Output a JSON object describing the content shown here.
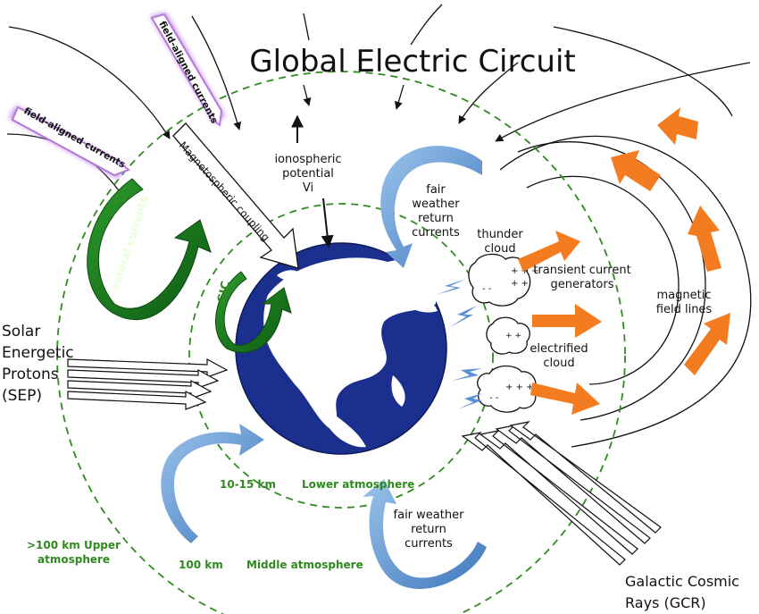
{
  "title": "Global Electric Circuit",
  "labels": {
    "field_aligned_1": "field-aligned currents",
    "field_aligned_2": "field-aligned currents",
    "magnetospheric_coupling": "Magnetospheric coupling",
    "ionospheric_1": "ionospheric",
    "ionospheric_2": "potential",
    "ionospheric_3": "Vi",
    "auroral_currents": "auroral currents",
    "gic": "GIC",
    "fair_weather_top_1": "fair",
    "fair_weather_top_2": "weather",
    "fair_weather_top_3": "return",
    "fair_weather_top_4": "currents",
    "thunder_1": "thunder",
    "thunder_2": "cloud",
    "transient_1": "transient current",
    "transient_2": "generators",
    "electrified_1": "electrified",
    "electrified_2": "cloud",
    "magnetic_1": "magnetic",
    "magnetic_2": "field lines",
    "sep_1": "Solar",
    "sep_2": "Energetic",
    "sep_3": "Protons",
    "sep_4": "(SEP)",
    "km_10_15": "10-15 km",
    "lower_atmosphere": "Lower atmosphere",
    "km_100": "100 km",
    "middle_atmosphere": "Middle atmosphere",
    "upper_1": ">100 km Upper",
    "upper_2": "atmosphere",
    "fair_weather_bottom_1": "fair weather",
    "fair_weather_bottom_2": "return",
    "fair_weather_bottom_3": "currents",
    "gcr_1": "Galactic Cosmic",
    "gcr_2": "Rays (GCR)"
  },
  "colors": {
    "ring": "#2f8a1f",
    "ocean": "#1b2f8f",
    "aurora": "#1f7a1f",
    "blue_arrow": "#5b93cf",
    "orange_arrow": "#f47c20",
    "purple_glow": "#c58be8"
  }
}
